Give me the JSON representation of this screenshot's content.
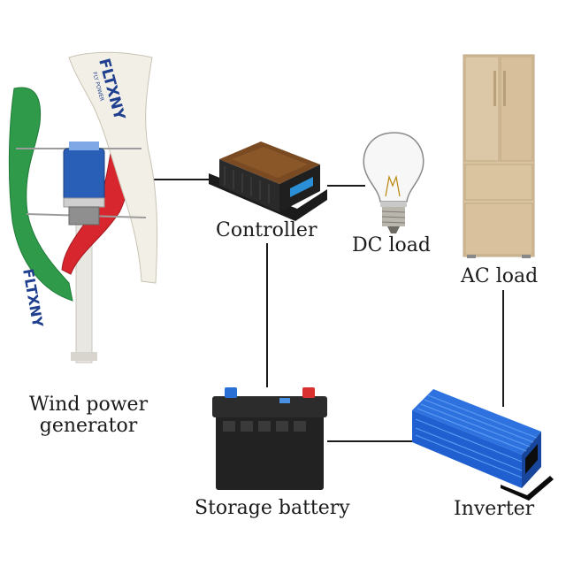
{
  "labels": {
    "wind_line1": "Wind power",
    "wind_line2": "generator",
    "controller": "Controller",
    "dc_load": "DC load",
    "ac_load": "AC load",
    "battery": "Storage battery",
    "inverter": "Inverter"
  },
  "turbine_brand": "FLTXNY",
  "turbine_subtext": "FLY POWER",
  "colors": {
    "wire": "#1a1a1a",
    "blade_white": "#f2efe6",
    "blade_green": "#2e9a4a",
    "blade_red": "#d8262e",
    "hub_blue": "#2a5fb8",
    "inverter_blue": "#1f5fd0",
    "fridge": "#d9c3a0",
    "battery": "#222222"
  }
}
